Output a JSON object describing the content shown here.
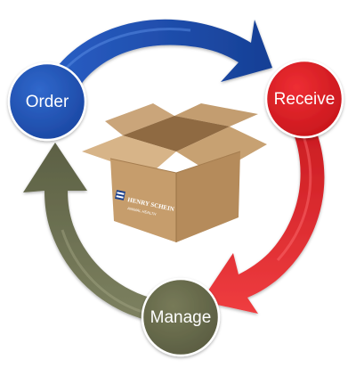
{
  "diagram": {
    "nodes": [
      {
        "id": "order",
        "label": "Order",
        "color": "#2153b3"
      },
      {
        "id": "receive",
        "label": "Receive",
        "color": "#de2128"
      },
      {
        "id": "manage",
        "label": "Manage",
        "color": "#6b6d4c"
      }
    ],
    "arrows": [
      {
        "from": "order",
        "to": "receive",
        "color": "#1f4fb0"
      },
      {
        "from": "receive",
        "to": "manage",
        "color": "#e0262c"
      },
      {
        "from": "manage",
        "to": "order",
        "color": "#6b6f4b"
      }
    ],
    "box": {
      "brand_line1": "HENRY SCHEIN",
      "brand_line2": "ANIMAL HEALTH",
      "logo_color": "#1a3f8c",
      "cardboard_color": "#c9a57a"
    }
  }
}
